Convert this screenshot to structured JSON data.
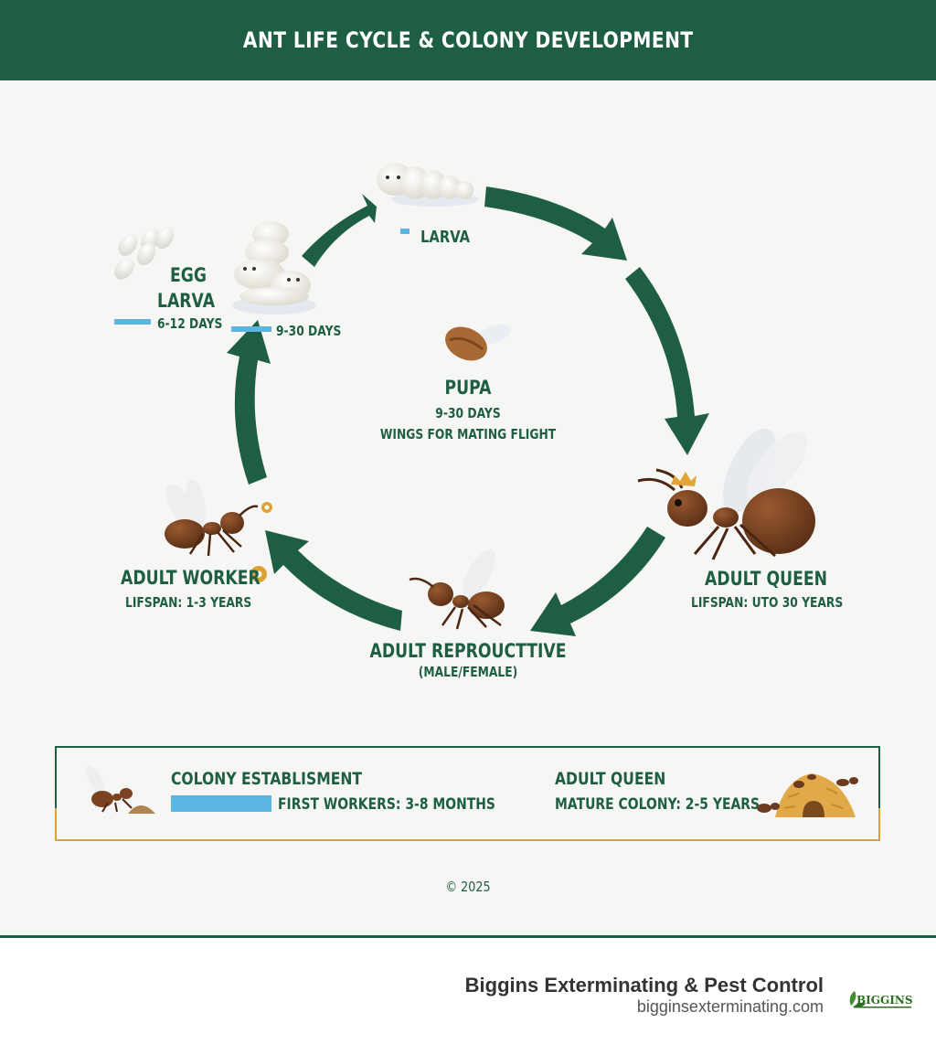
{
  "title": "ANT LIFE CYCLE & COLONY DEVELOPMENT",
  "stages": {
    "larva_top": {
      "name": "LARVA"
    },
    "egg": {
      "name": "EGG",
      "duration": "6-12 DAYS"
    },
    "larva_left": {
      "name": "LARVA",
      "duration": "9-30 DAYS"
    },
    "pupa": {
      "name": "PUPA",
      "duration": "9-30 DAYS",
      "note": "WINGS FOR MATING FLIGHT"
    },
    "adult_queen": {
      "name": "ADULT QUEEN",
      "lifespan": "LIFSPAN: UTO 30 YEARS"
    },
    "adult_reproductive": {
      "name": "ADULT REPROUCTTIVE",
      "sub": "(MALE/FEMALE)"
    },
    "adult_worker": {
      "name": "ADULT WORKER",
      "lifespan": "LIFSPAN: 1-3 YEARS"
    }
  },
  "colony": {
    "left_title": "COLONY ESTABLISMENT",
    "left_detail": "FIRST WORKERS: 3-8 MONTHS",
    "right_title": "ADULT QUEEN",
    "right_detail": "MATURE COLONY: 2-5 YEARS"
  },
  "copyright": "© 2025",
  "footer": {
    "company": "Biggins Exterminating & Pest Control",
    "website": "bigginsexterminating.com",
    "logo_text": "BIGGINS"
  },
  "colors": {
    "green": "#1e5e44",
    "blue_bar": "#5bb5e3",
    "gold": "#dca333",
    "ant_brown": "#6b3a1f"
  }
}
